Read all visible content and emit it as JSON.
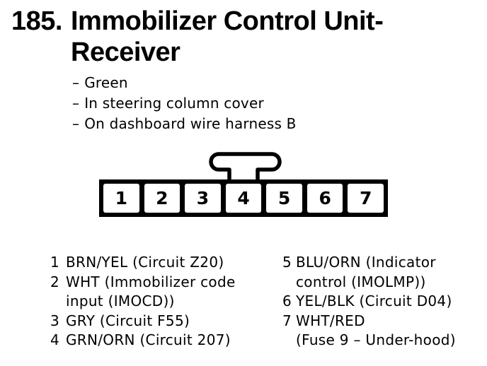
{
  "colors": {
    "ink": "#000000",
    "paper": "#ffffff"
  },
  "header": {
    "section_number": "185.",
    "title_line1": "Immobilizer Control Unit-",
    "title_line2": "Receiver"
  },
  "notes": {
    "dash": "–",
    "items": [
      "Green",
      "In steering column cover",
      "On dashboard wire harness B"
    ]
  },
  "connector": {
    "pins": [
      "1",
      "2",
      "3",
      "4",
      "5",
      "6",
      "7"
    ]
  },
  "pin_legend": {
    "left_column": [
      {
        "num": "1",
        "text": "BRN/YEL (Circuit Z20)"
      },
      {
        "num": "2",
        "text": "WHT (Immobilizer code"
      },
      {
        "num": "",
        "text": "input (IMOCD))"
      },
      {
        "num": "3",
        "text": "GRY (Circuit F55)"
      },
      {
        "num": "4",
        "text": "GRN/ORN (Circuit 207)"
      }
    ],
    "right_column": [
      {
        "num": "5",
        "text": "BLU/ORN (Indicator"
      },
      {
        "num": "",
        "text": "control (IMOLMP))"
      },
      {
        "num": "6",
        "text": "YEL/BLK (Circuit D04)"
      },
      {
        "num": "7",
        "text": "WHT/RED"
      },
      {
        "num": "",
        "text": "(Fuse 9 – Under-hood)"
      }
    ]
  }
}
